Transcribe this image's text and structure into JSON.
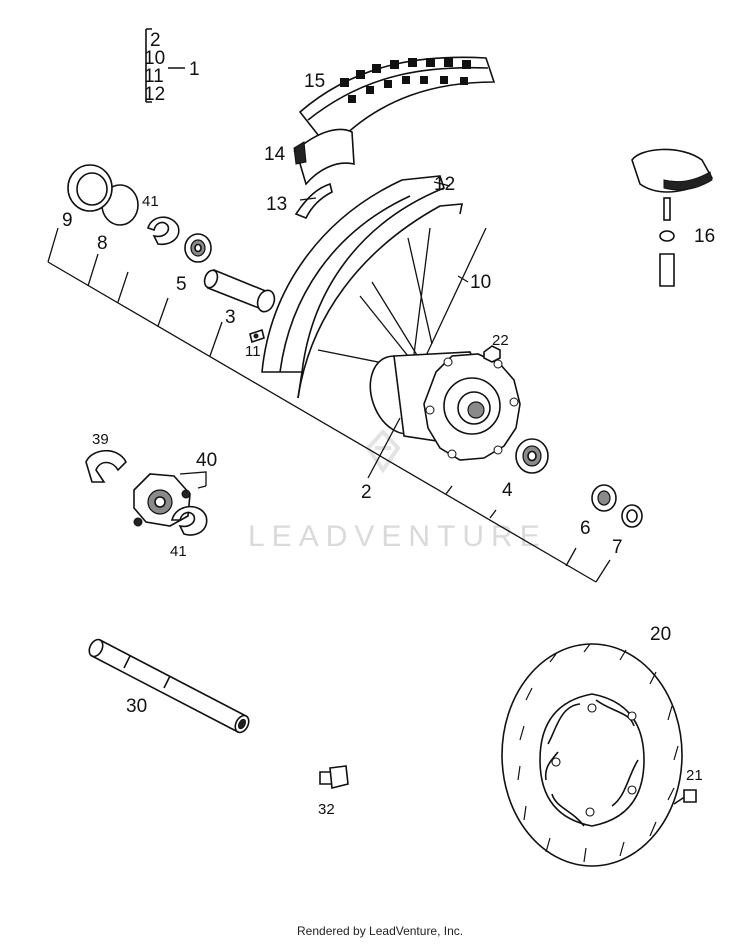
{
  "watermark": "LEADVENTURE",
  "credit": "Rendered by LeadVenture, Inc.",
  "kit_group": {
    "members": [
      "2",
      "10",
      "11",
      "12"
    ],
    "kit_number": "1"
  },
  "callouts": {
    "c1": "1",
    "c2": "2",
    "c3": "3",
    "c4": "4",
    "c5": "5",
    "c6": "6",
    "c7": "7",
    "c8": "8",
    "c9": "9",
    "c10": "10",
    "c11": "11",
    "c12": "12",
    "c13": "13",
    "c14": "14",
    "c15": "15",
    "c16": "16",
    "c20": "20",
    "c21": "21",
    "c22": "22",
    "c30": "30",
    "c32": "32",
    "c39": "39",
    "c40": "40",
    "c41a": "41",
    "c41b": "41"
  },
  "parts": [
    {
      "callout": "2",
      "part": "hub"
    },
    {
      "callout": "3",
      "part": "spacer-tube"
    },
    {
      "callout": "4",
      "part": "bearing"
    },
    {
      "callout": "5",
      "part": "bearing"
    },
    {
      "callout": "6",
      "part": "seal"
    },
    {
      "callout": "7",
      "part": "spacer"
    },
    {
      "callout": "8",
      "part": "o-ring"
    },
    {
      "callout": "9",
      "part": "seal"
    },
    {
      "callout": "10",
      "part": "spoke"
    },
    {
      "callout": "11",
      "part": "nipple"
    },
    {
      "callout": "12",
      "part": "rim"
    },
    {
      "callout": "13",
      "part": "rim-band"
    },
    {
      "callout": "14",
      "part": "inner-tube"
    },
    {
      "callout": "15",
      "part": "tire"
    },
    {
      "callout": "16",
      "part": "valve"
    },
    {
      "callout": "20",
      "part": "brake-disc"
    },
    {
      "callout": "21",
      "part": "disc-screw"
    },
    {
      "callout": "22",
      "part": "nut"
    },
    {
      "callout": "30",
      "part": "axle"
    },
    {
      "callout": "32",
      "part": "axle-bolt"
    },
    {
      "callout": "39",
      "part": "spring-washer"
    },
    {
      "callout": "40",
      "part": "speedo-drive"
    },
    {
      "callout": "41",
      "part": "circlip"
    }
  ]
}
